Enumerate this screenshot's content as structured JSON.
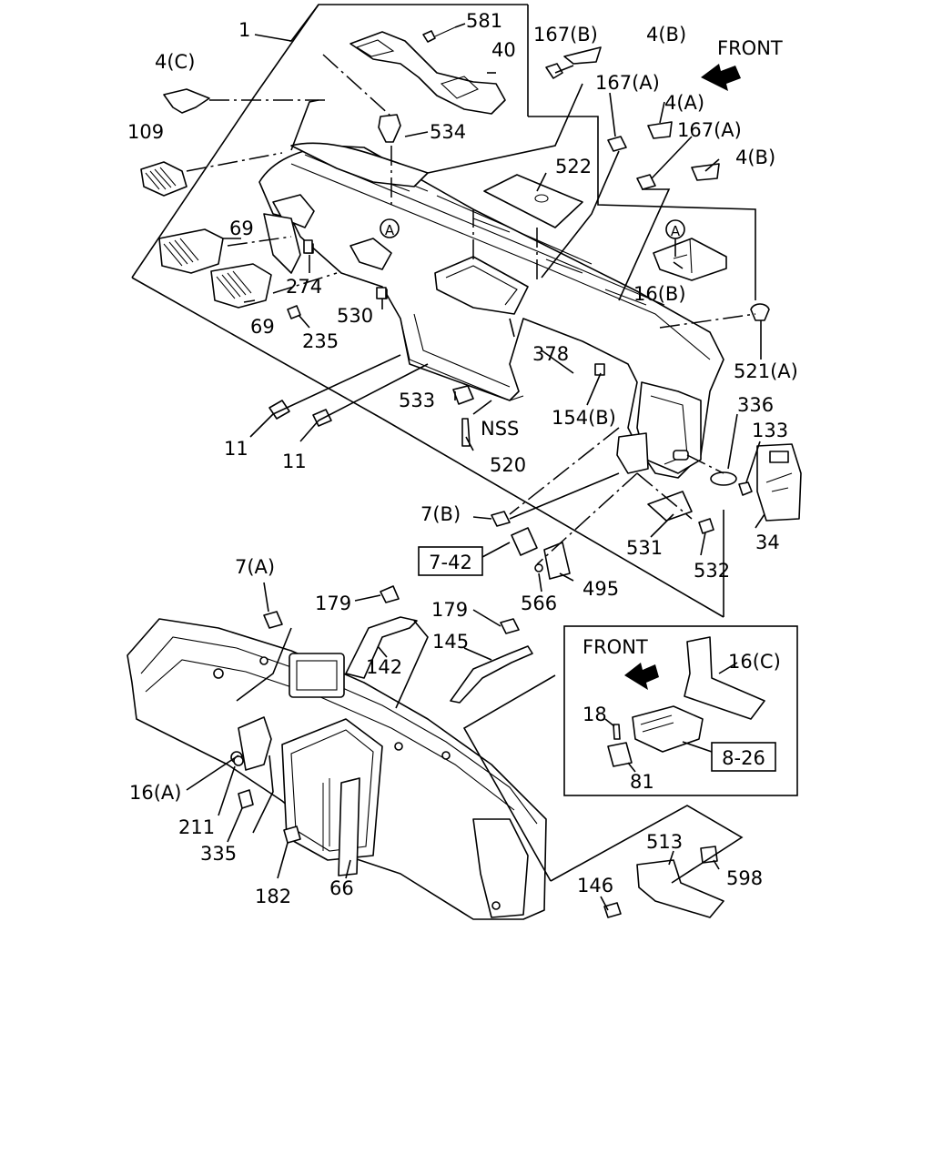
{
  "callouts": {
    "c1": "1",
    "c581": "581",
    "c40": "40",
    "c167b": "167(B)",
    "c4b_top": "4(B)",
    "c4c": "4(C)",
    "c534": "534",
    "c167a_1": "167(A)",
    "c4a": "4(A)",
    "c167a_2": "167(A)",
    "c4b_right": "4(B)",
    "c109": "109",
    "c522": "522",
    "c69_upper": "69",
    "c274": "274",
    "c16b": "16(B)",
    "c530": "530",
    "c69_lower": "69",
    "c235": "235",
    "c378": "378",
    "c521a": "521(A)",
    "c336": "336",
    "c133": "133",
    "c533": "533",
    "c154b": "154(B)",
    "c11_left": "11",
    "c11_right": "11",
    "cNSS": "NSS",
    "c520": "520",
    "c34": "34",
    "c7b": "7(B)",
    "c531": "531",
    "c532": "532",
    "c495": "495",
    "c566": "566",
    "c7a": "7(A)",
    "c179_left": "179",
    "c179_right": "179",
    "c142": "142",
    "c145": "145",
    "c16c": "16(C)",
    "c18": "18",
    "c81": "81",
    "c16a": "16(A)",
    "c211": "211",
    "c335": "335",
    "c182": "182",
    "c66": "66",
    "c513": "513",
    "c598": "598",
    "c146": "146"
  },
  "references": {
    "ref_7_42": "7-42",
    "ref_8_26": "8-26",
    "marker_a": "A"
  },
  "front": {
    "top_label": "FRONT",
    "inset_label": "FRONT"
  },
  "colors": {
    "ink": "#000000",
    "paper": "#ffffff"
  }
}
